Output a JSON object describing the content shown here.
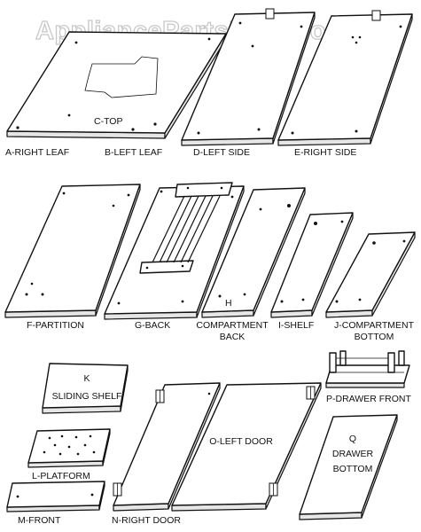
{
  "watermark": "AppliancePartsPros.com",
  "labels": {
    "c_top": "C-TOP",
    "a_right_leaf": "A-RIGHT LEAF",
    "b_left_leaf": "B-LEFT LEAF",
    "d_left_side": "D-LEFT SIDE",
    "e_right_side": "E-RIGHT SIDE",
    "f_partition": "F-PARTITION",
    "g_back": "G-BACK",
    "h_letter": "H",
    "h_line1": "COMPARTMENT",
    "h_line2": "BACK",
    "i_shelf": "I-SHELF",
    "j_line1": "J-COMPARTMENT",
    "j_line2": "BOTTOM",
    "k_letter": "K",
    "k_line2": "SLIDING SHELF",
    "l_platform": "L-PLATFORM",
    "m_front": "M-FRONT",
    "n_right_door": "N-RIGHT DOOR",
    "o_left_door": "O-LEFT DOOR",
    "p_drawer_front": "P-DRAWER FRONT",
    "q_letter": "Q",
    "q_line2": "DRAWER",
    "q_line3": "BOTTOM"
  }
}
